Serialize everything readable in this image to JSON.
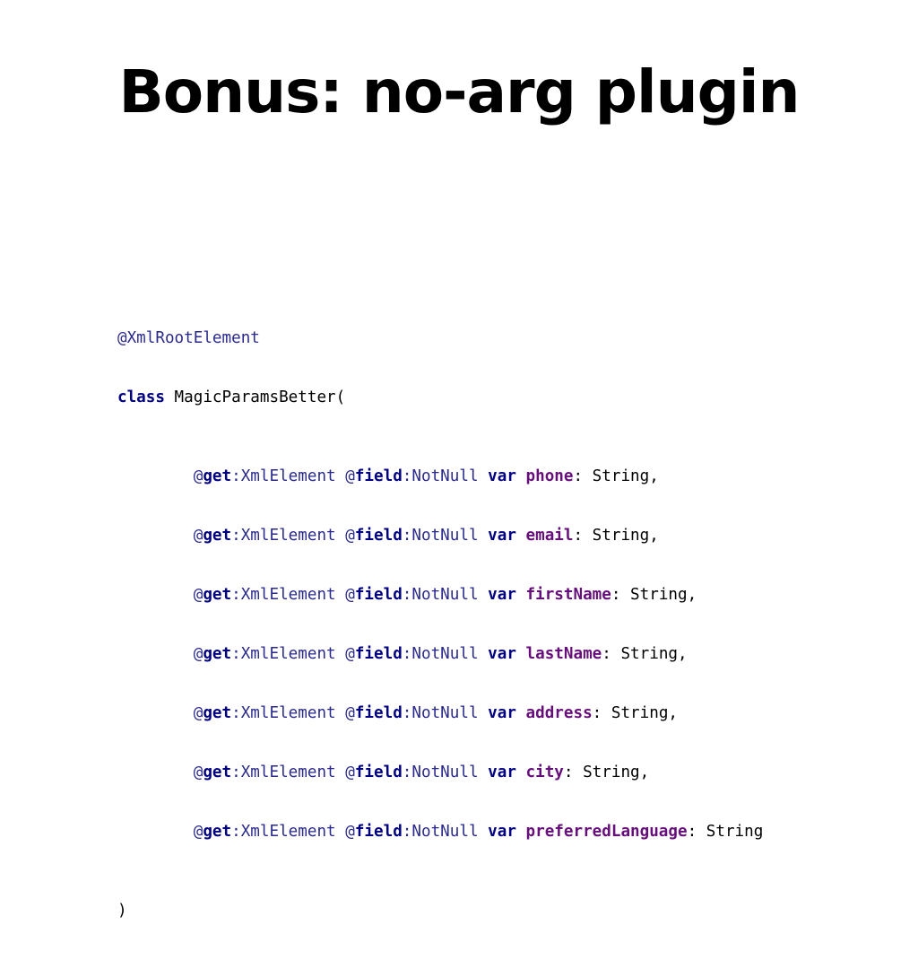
{
  "slide": {
    "title": "Bonus: no-arg plugin"
  },
  "code": {
    "annotation_line": "@XmlRootElement",
    "class_keyword": "class",
    "class_decl_rest": " MagicParamsBetter(",
    "indent": "        ",
    "get_at": "@",
    "get_kw": "get",
    "get_rest": ":XmlElement ",
    "field_at": "@",
    "field_kw": "field",
    "field_rest": ":NotNull ",
    "var_kw": "var",
    "params": [
      {
        "name": "phone",
        "type_suffix": ": String,"
      },
      {
        "name": "email",
        "type_suffix": ": String,"
      },
      {
        "name": "firstName",
        "type_suffix": ": String,"
      },
      {
        "name": "lastName",
        "type_suffix": ": String,"
      },
      {
        "name": "address",
        "type_suffix": ": String,"
      },
      {
        "name": "city",
        "type_suffix": ": String,"
      },
      {
        "name": "preferredLanguage",
        "type_suffix": ": String"
      }
    ],
    "closing": ")"
  },
  "colors": {
    "background": "#ffffff",
    "title": "#000000",
    "keyword": "#000080",
    "annotation": "#2a2a8c",
    "property": "#660e7a"
  }
}
